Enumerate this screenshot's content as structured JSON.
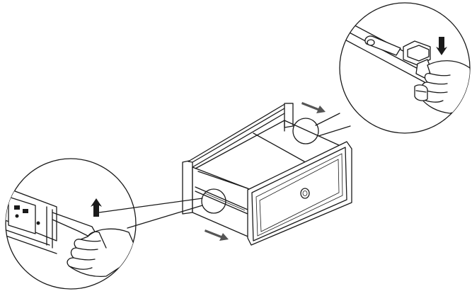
{
  "figure": {
    "background": "#ffffff",
    "line_color": "#1a1a1a",
    "parts": [
      {
        "id": "drawer-cabinet",
        "icon": "drawer-cabinet-icon"
      },
      {
        "id": "drawer-front-knob",
        "icon": "knob-icon"
      },
      {
        "id": "left-slide-detail",
        "icon": "magnifier-callout-icon"
      },
      {
        "id": "right-slide-detail",
        "icon": "magnifier-callout-icon"
      },
      {
        "id": "pull-out-arrows",
        "icon": "arrow-icon"
      },
      {
        "id": "lever-press-arrows",
        "icon": "arrow-icon"
      }
    ]
  }
}
